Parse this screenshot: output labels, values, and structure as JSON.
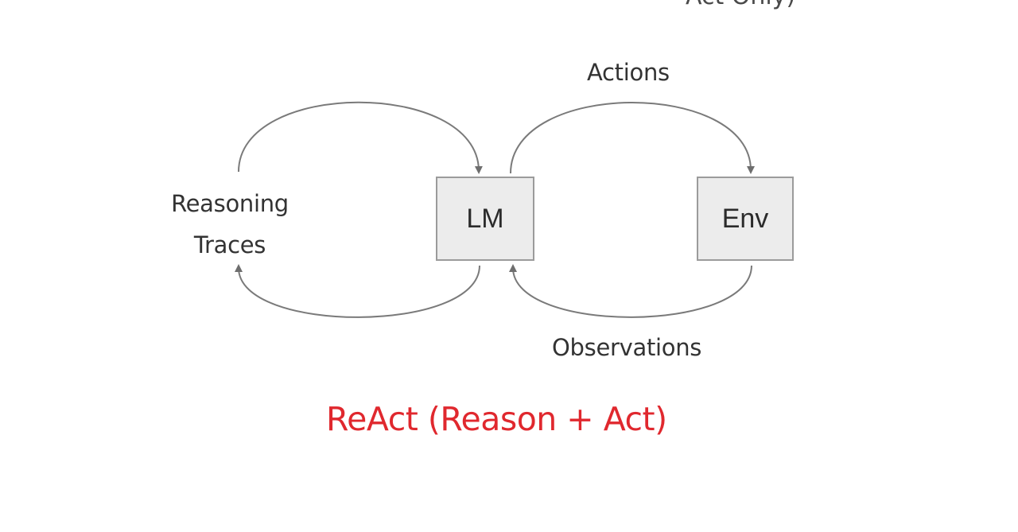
{
  "top_partial_text": "Act Only)",
  "nodes": {
    "lm": "LM",
    "env": "Env"
  },
  "edges": {
    "actions": "Actions",
    "observations": "Observations",
    "reasoning_line1": "Reasoning",
    "reasoning_line2": "Traces"
  },
  "caption": "ReAct (Reason + Act)",
  "colors": {
    "caption": "#e0282e",
    "node_fill": "#ececec",
    "node_border": "#9b9b9b",
    "arrow": "#6e6e6e"
  }
}
